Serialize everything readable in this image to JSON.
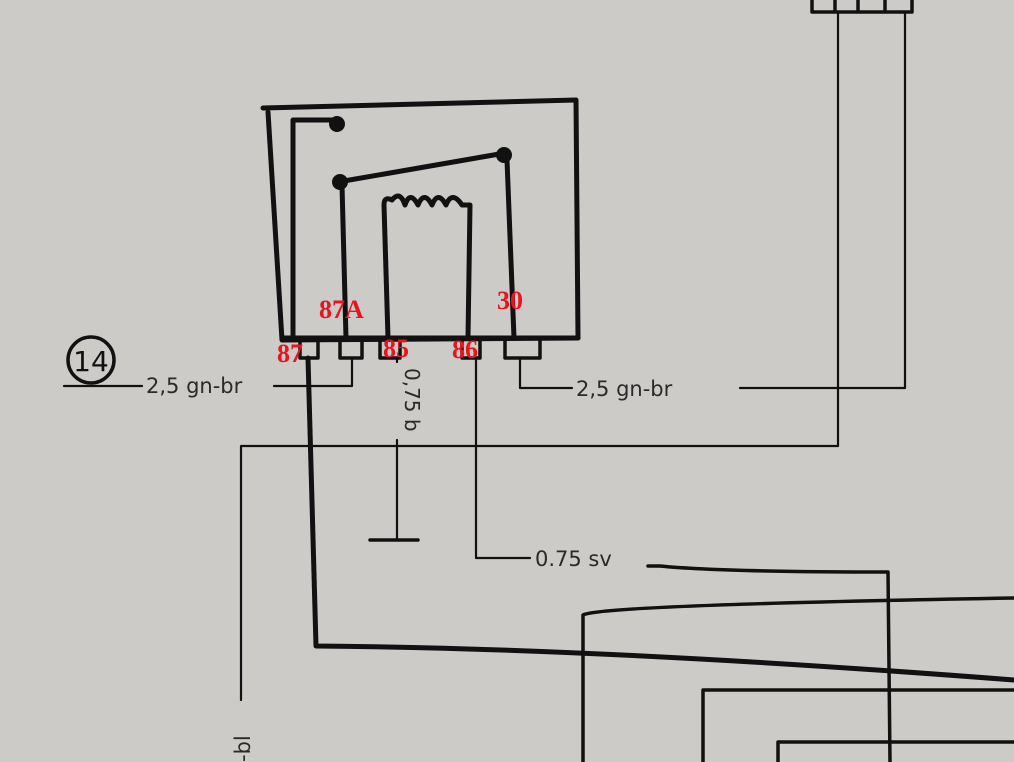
{
  "diagram": {
    "relay_number": "14",
    "pins": {
      "p87": "87",
      "p87a": "87A",
      "p85": "85",
      "p86": "86",
      "p30": "30"
    },
    "wires": {
      "left_wire": "2,5 gn-br",
      "right_wire": "2,5 gn-br",
      "ground_wire": "0,75 b",
      "coil_wire": "0.75 sv",
      "bottom_left_wire": "-bl"
    },
    "colors": {
      "pin_label": "#e8141e",
      "line": "#111111",
      "paper": "#cdcbc8"
    }
  }
}
